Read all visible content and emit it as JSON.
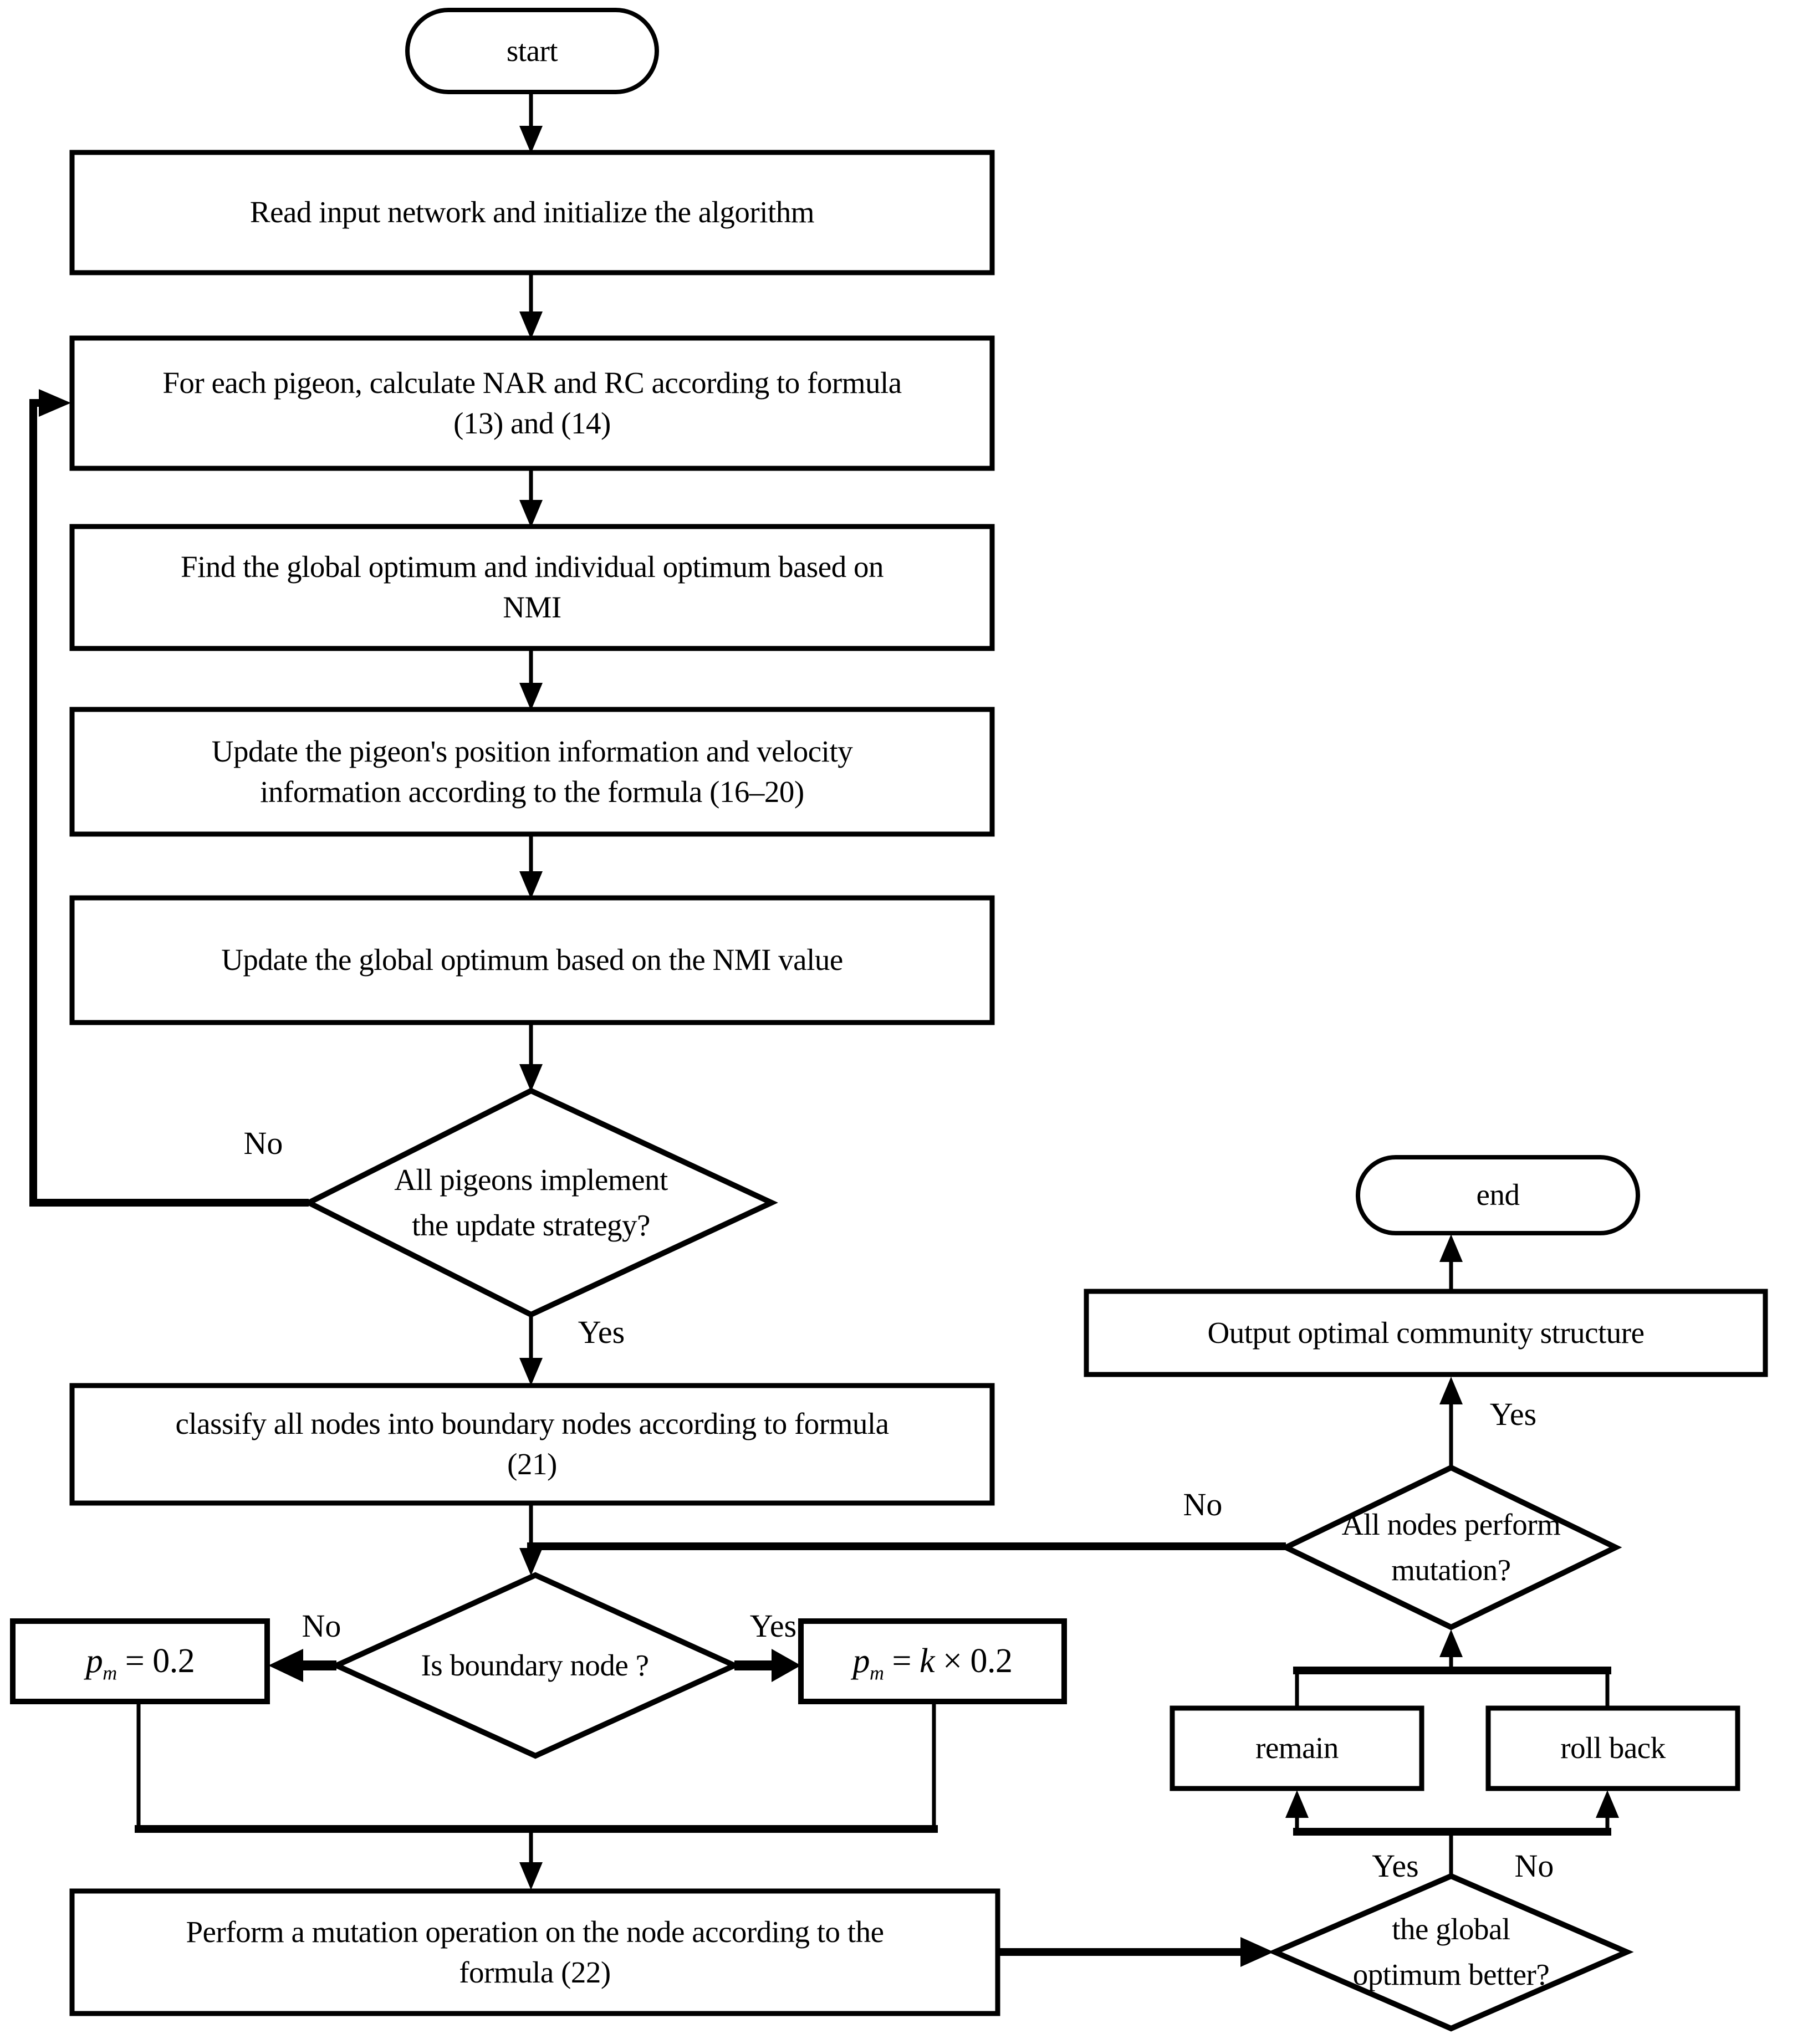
{
  "diagram": {
    "title": "pigeon-inspired community detection algorithm flowchart",
    "colors": {
      "ink": "#000000",
      "background": "#ffffff"
    },
    "nodes": {
      "start": "start",
      "read_input": "Read input network and initialize the algorithm",
      "calc_nar_rc": "For each pigeon, calculate NAR and RC according to formula\n(13) and (14)",
      "find_optimum": "Find the global optimum and individual optimum based on\nNMI",
      "update_position": "Update the pigeon's position information and velocity\ninformation according to the formula (16–20)",
      "update_global": "Update the global optimum based on the NMI value",
      "classify_nodes": "classify all nodes into boundary nodes according to formula\n(21)",
      "perform_mutation": "Perform a mutation operation on the node according to the\nformula (22)",
      "output_structure": "Output optimal community structure",
      "remain": "remain",
      "roll_back": "roll back",
      "end": "end"
    },
    "decisions": {
      "all_pigeons_updated": "All pigeons implement\nthe update strategy?",
      "is_boundary_node": "Is boundary node ?",
      "all_nodes_mutated": "All nodes perform\nmutation?",
      "global_optimum_better": "the global\noptimum better?"
    },
    "branch_labels": {
      "pigeons_no": "No",
      "pigeons_yes": "Yes",
      "boundary_no": "No",
      "boundary_yes": "Yes",
      "mutated_no": "No",
      "mutated_yes": "Yes",
      "better_yes": "Yes",
      "better_no": "No"
    },
    "formulas": {
      "pm_default": {
        "var": "p",
        "sub": "m",
        "eq": " = ",
        "coef": "",
        "rest": "0.2"
      },
      "pm_boundary": {
        "var": "p",
        "sub": "m",
        "eq": " = ",
        "coef": "k",
        "rest": " × 0.2"
      }
    }
  }
}
